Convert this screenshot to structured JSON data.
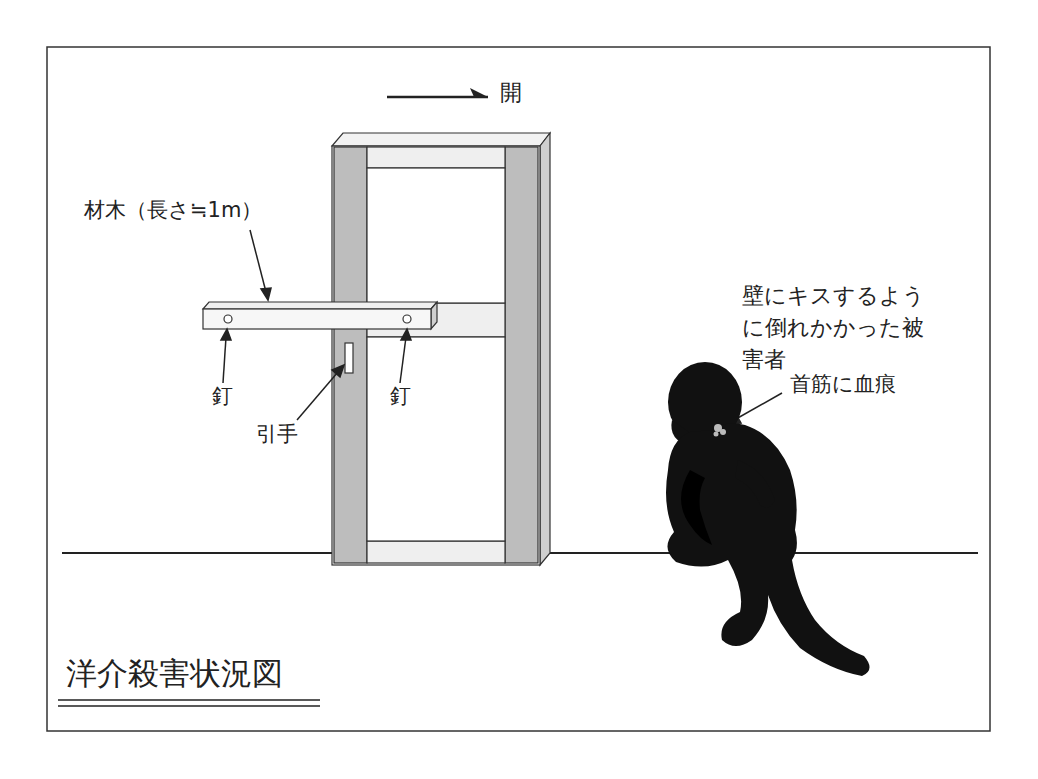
{
  "diagram": {
    "title": "洋介殺害状況図",
    "labels": [
      "開",
      "材木（長さ≒1m）",
      "釘",
      "釘",
      "引手",
      "壁にキスするように倒れかかった被害者",
      "首筋に血痕"
    ]
  }
}
